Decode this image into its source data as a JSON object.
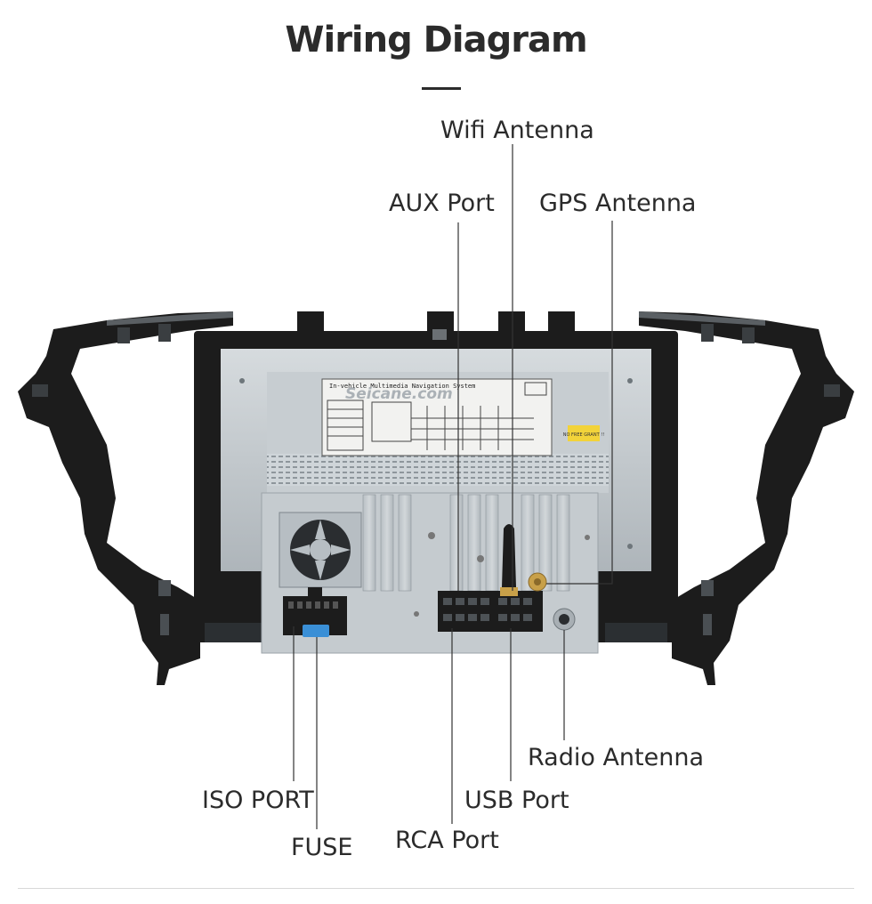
{
  "title": "Wiring Diagram",
  "labels": {
    "wifi_antenna": "Wifi Antenna",
    "aux_port": "AUX Port",
    "gps_antenna": "GPS Antenna",
    "radio_antenna": "Radio Antenna",
    "iso_port": "ISO PORT",
    "usb_port": "USB Port",
    "fuse": "FUSE",
    "rca_port": "RCA Port"
  },
  "device": {
    "sticker_text": "Seicane.com",
    "sticker_subtitle": "In-vehicle Multimedia Navigation System",
    "warning_tag": "NO FREE GRANT !!"
  },
  "colors": {
    "frame": "#1c1c1c",
    "chassis": "#c3c9cd",
    "leader_line": "#333333",
    "fuse": "#3a8fd6",
    "gps_connector": "#c8a049",
    "warning_tag": "#f2d33a"
  }
}
